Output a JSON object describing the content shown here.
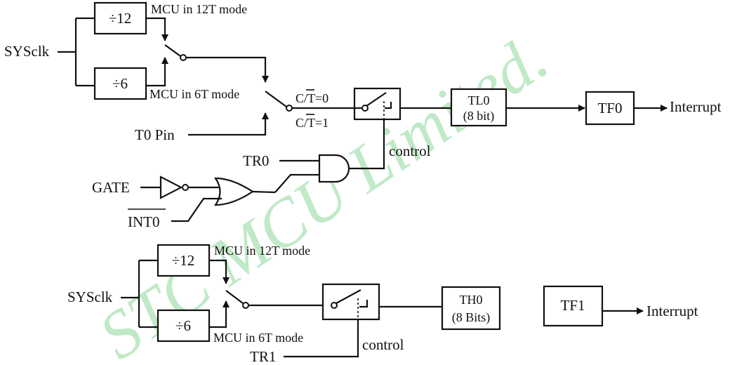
{
  "colors": {
    "line": "#111111",
    "watermark": "#8fd89a",
    "background": "#ffffff"
  },
  "watermark": "STC MCU Limited.",
  "top": {
    "sysclk": "SYSclk",
    "div12": "÷12",
    "div6": "÷6",
    "mode12": "MCU in 12T mode",
    "mode6": "MCU in 6T mode",
    "ct0": "C/T=0",
    "ct1": "C/T=1",
    "t0pin": "T0 Pin",
    "tr0": "TR0",
    "gate": "GATE",
    "int0": "INT0",
    "control": "control",
    "tl0_name": "TL0",
    "tl0_bits": "(8 bit)",
    "tf0": "TF0",
    "interrupt": "Interrupt"
  },
  "bottom": {
    "sysclk": "SYSclk",
    "div12": "÷12",
    "div6": "÷6",
    "mode12": "MCU in 12T mode",
    "mode6": "MCU in 6T mode",
    "tr1": "TR1",
    "control": "control",
    "th0_name": "TH0",
    "th0_bits": "(8 Bits)",
    "tf1": "TF1",
    "interrupt": "Interrupt"
  }
}
